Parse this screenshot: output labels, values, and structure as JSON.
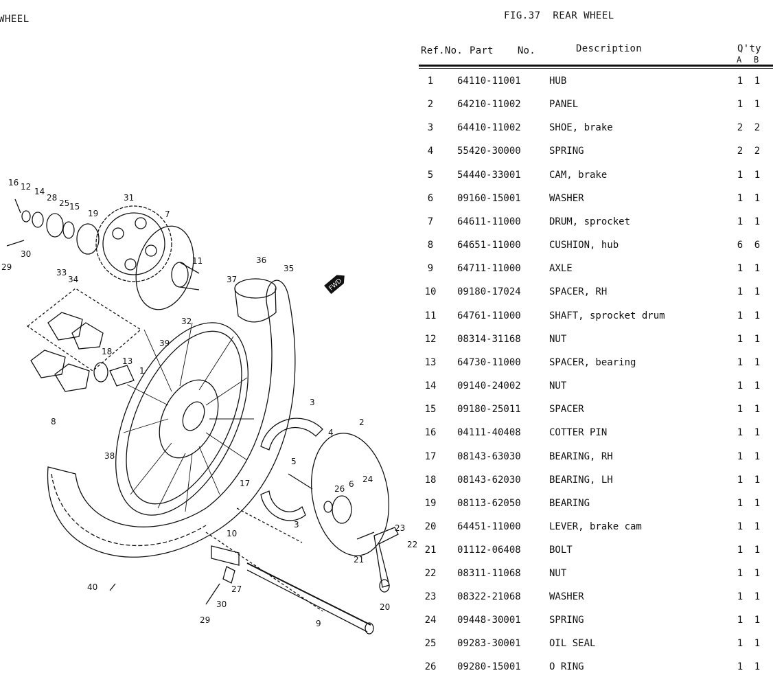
{
  "header": {
    "corner_text": "WHEEL",
    "figure_title": "FIG.37  REAR WHEEL"
  },
  "table": {
    "headers": {
      "ref_no": "Ref.No.",
      "part_no": "Part    No.",
      "description": "Description",
      "qty": "Q'ty",
      "qty_a": "A",
      "qty_b": "B"
    },
    "rows": [
      {
        "ref": "1",
        "part": "64110-11001",
        "desc": "HUB",
        "a": "1",
        "b": "1"
      },
      {
        "ref": "2",
        "part": "64210-11002",
        "desc": "PANEL",
        "a": "1",
        "b": "1"
      },
      {
        "ref": "3",
        "part": "64410-11002",
        "desc": "SHOE, brake",
        "a": "2",
        "b": "2"
      },
      {
        "ref": "4",
        "part": "55420-30000",
        "desc": "SPRING",
        "a": "2",
        "b": "2"
      },
      {
        "ref": "5",
        "part": "54440-33001",
        "desc": "CAM, brake",
        "a": "1",
        "b": "1"
      },
      {
        "ref": "6",
        "part": "09160-15001",
        "desc": "WASHER",
        "a": "1",
        "b": "1"
      },
      {
        "ref": "7",
        "part": "64611-11000",
        "desc": "DRUM, sprocket",
        "a": "1",
        "b": "1"
      },
      {
        "ref": "8",
        "part": "64651-11000",
        "desc": "CUSHION, hub",
        "a": "6",
        "b": "6"
      },
      {
        "ref": "9",
        "part": "64711-11000",
        "desc": "AXLE",
        "a": "1",
        "b": "1"
      },
      {
        "ref": "10",
        "part": "09180-17024",
        "desc": "SPACER, RH",
        "a": "1",
        "b": "1"
      },
      {
        "ref": "11",
        "part": "64761-11000",
        "desc": "SHAFT, sprocket drum",
        "a": "1",
        "b": "1"
      },
      {
        "ref": "12",
        "part": "08314-31168",
        "desc": "NUT",
        "a": "1",
        "b": "1"
      },
      {
        "ref": "13",
        "part": "64730-11000",
        "desc": "SPACER, bearing",
        "a": "1",
        "b": "1"
      },
      {
        "ref": "14",
        "part": "09140-24002",
        "desc": "NUT",
        "a": "1",
        "b": "1"
      },
      {
        "ref": "15",
        "part": "09180-25011",
        "desc": "SPACER",
        "a": "1",
        "b": "1"
      },
      {
        "ref": "16",
        "part": "04111-40408",
        "desc": "COTTER PIN",
        "a": "1",
        "b": "1"
      },
      {
        "ref": "17",
        "part": "08143-63030",
        "desc": "BEARING, RH",
        "a": "1",
        "b": "1"
      },
      {
        "ref": "18",
        "part": "08143-62030",
        "desc": "BEARING, LH",
        "a": "1",
        "b": "1"
      },
      {
        "ref": "19",
        "part": "08113-62050",
        "desc": "BEARING",
        "a": "1",
        "b": "1"
      },
      {
        "ref": "20",
        "part": "64451-11000",
        "desc": "LEVER, brake cam",
        "a": "1",
        "b": "1"
      },
      {
        "ref": "21",
        "part": "01112-06408",
        "desc": "BOLT",
        "a": "1",
        "b": "1"
      },
      {
        "ref": "22",
        "part": "08311-11068",
        "desc": "NUT",
        "a": "1",
        "b": "1"
      },
      {
        "ref": "23",
        "part": "08322-21068",
        "desc": "WASHER",
        "a": "1",
        "b": "1"
      },
      {
        "ref": "24",
        "part": "09448-30001",
        "desc": "SPRING",
        "a": "1",
        "b": "1"
      },
      {
        "ref": "25",
        "part": "09283-30001",
        "desc": "OIL SEAL",
        "a": "1",
        "b": "1"
      },
      {
        "ref": "26",
        "part": "09280-15001",
        "desc": "O RING",
        "a": "1",
        "b": "1"
      }
    ]
  },
  "diagram": {
    "direction_mark": "FWD",
    "callouts": [
      "16",
      "12",
      "14",
      "28",
      "25",
      "15",
      "19",
      "31",
      "7",
      "29",
      "30",
      "33",
      "34",
      "11",
      "32",
      "36",
      "35",
      "37",
      "39",
      "18",
      "13",
      "1",
      "8",
      "3",
      "4",
      "2",
      "5",
      "6",
      "26",
      "24",
      "38",
      "17",
      "23",
      "22",
      "21",
      "10",
      "27",
      "20",
      "40",
      "30",
      "29",
      "9",
      "3"
    ]
  }
}
